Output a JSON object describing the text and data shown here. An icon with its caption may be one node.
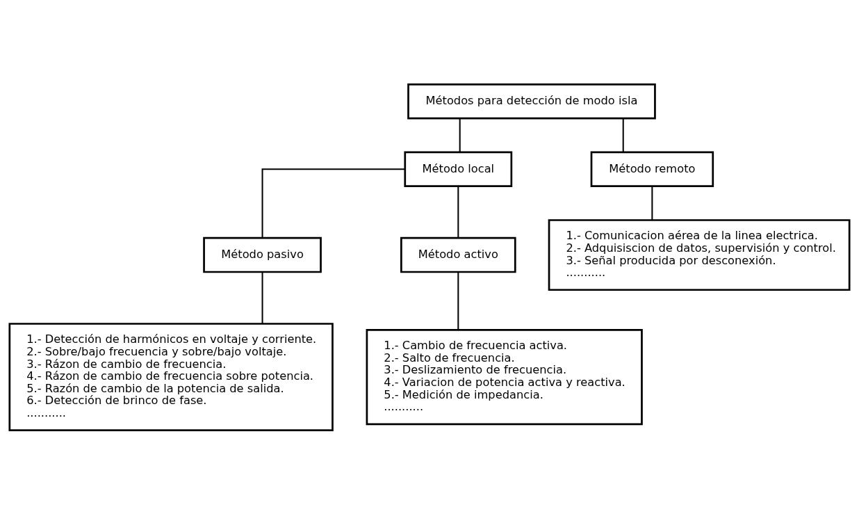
{
  "diagram": {
    "nodes": [
      {
        "text": [
          "Métodos para detección de modo isla"
        ]
      },
      {
        "text": [
          "Método local"
        ]
      },
      {
        "text": [
          "Método remoto"
        ]
      },
      {
        "text": [
          "Método pasivo"
        ]
      },
      {
        "text": [
          "Método activo"
        ]
      },
      {
        "text": [
          "1.- Detección de harmónicos en voltaje y corriente.",
          "2.- Sobre/bajo frecuencia y sobre/bajo voltaje.",
          "3.- Rázon de cambio de frecuencia.",
          "4.- Rázon de cambio de frecuencia sobre potencia.",
          "5.- Razón de cambio de la potencia de salida.",
          "6.- Detección de brinco de fase.",
          "..........."
        ]
      },
      {
        "text": [
          "1.- Cambio de frecuencia activa.",
          "2.- Salto de frecuencia.",
          "3.- Deslizamiento de frecuencia.",
          "4.- Variacion de potencia activa y reactiva.",
          "5.- Medición de impedancia.",
          "..........."
        ]
      },
      {
        "text": [
          "1.- Comunicacion aérea de la linea electrica.",
          "2.- Adquisiscion de datos, supervisión y control.",
          "3.- Señal producida por desconexión.",
          "..........."
        ]
      }
    ],
    "edges": [
      {
        "from": 0,
        "to": 1,
        "arrow": "none"
      },
      {
        "from": 0,
        "to": 2,
        "arrow": "none"
      },
      {
        "from": 1,
        "to": 3,
        "arrow": "none"
      },
      {
        "from": 1,
        "to": 4,
        "arrow": "none"
      },
      {
        "from": 3,
        "to": 5,
        "arrow": "none"
      },
      {
        "from": 4,
        "to": 6,
        "arrow": "none"
      },
      {
        "from": 2,
        "to": 7,
        "arrow": "none"
      }
    ]
  }
}
